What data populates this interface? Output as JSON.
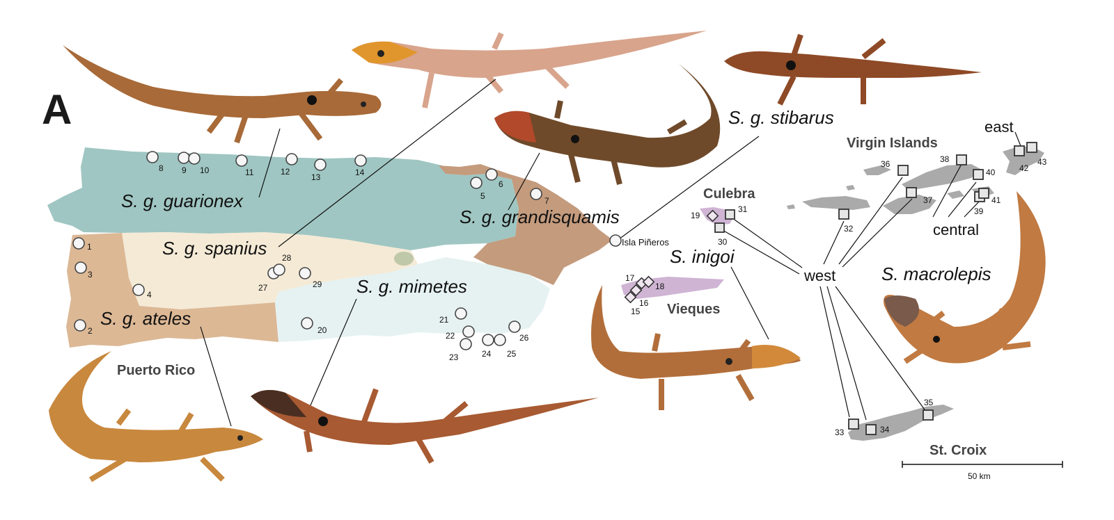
{
  "panel_label": "A",
  "taxa": {
    "guarionex": "S. g. guarionex",
    "spanius": "S. g. spanius",
    "ateles": "S. g. ateles",
    "mimetes": "S. g. mimetes",
    "grandisquamis": "S. g. grandisquamis",
    "stibarus": "S. g. stibarus",
    "inigoi": "S. inigoi",
    "macrolepis": "S. macrolepis"
  },
  "islands": {
    "puerto_rico": "Puerto Rico",
    "culebra": "Culebra",
    "vieques": "Vieques",
    "virgin_islands": "Virgin Islands",
    "st_croix": "St. Croix",
    "isla_pineros": "Isla Piñeros"
  },
  "groups": {
    "east": "east",
    "central": "central",
    "west": "west"
  },
  "scale_bar": {
    "label": "50 km"
  },
  "sites": {
    "s1": "1",
    "s2": "2",
    "s3": "3",
    "s4": "4",
    "s5": "5",
    "s6": "6",
    "s7": "7",
    "s8": "8",
    "s9": "9",
    "s10": "10",
    "s11": "11",
    "s12": "12",
    "s13": "13",
    "s14": "14",
    "s15": "15",
    "s16": "16",
    "s17": "17",
    "s18": "18",
    "s19": "19",
    "s20": "20",
    "s21": "21",
    "s22": "22",
    "s23": "23",
    "s24": "24",
    "s25": "25",
    "s26": "26",
    "s27": "27",
    "s28": "28",
    "s29": "29",
    "s30": "30",
    "s31": "31",
    "s32": "32",
    "s33": "33",
    "s34": "34",
    "s35": "35",
    "s36": "36",
    "s37": "37",
    "s38": "38",
    "s39": "39",
    "s40": "40",
    "s41": "41",
    "s42": "42",
    "s43": "43"
  },
  "colors": {
    "guarionex": "#9fc6c2",
    "spanius": "#f4ead6",
    "ateles": "#dcb895",
    "mimetes": "#e5f2f1",
    "grandisquamis": "#c49b7d",
    "inigoi": "#cfb4d4",
    "macrolepis": "#aaaaaa",
    "gecko_orange": "#b9743d",
    "gecko_dark": "#7a3b20",
    "gecko_pink": "#d8a48c"
  }
}
